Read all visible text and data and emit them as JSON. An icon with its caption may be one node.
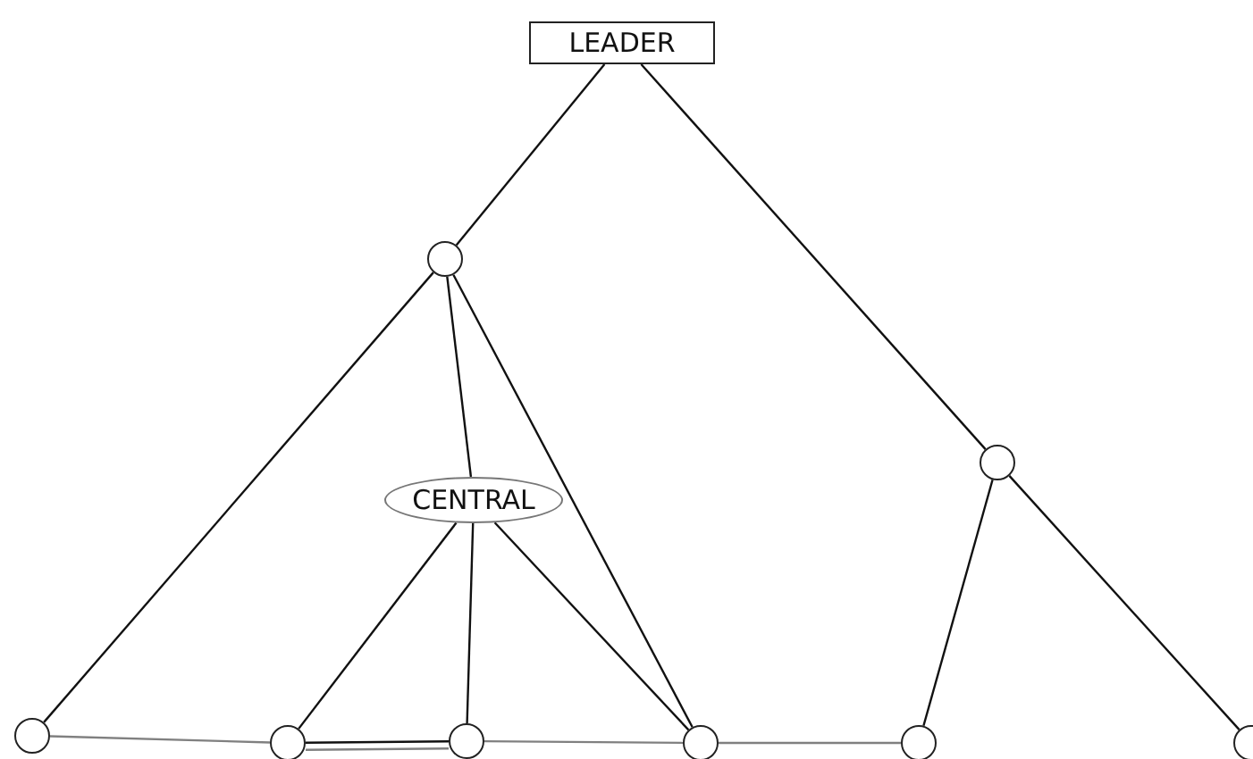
{
  "diagram": {
    "nodes": [
      {
        "text": [
          "LEADER"
        ]
      },
      {
        "text": [],
        "shape": "circle"
      },
      {
        "text": [
          "CENTRAL"
        ]
      },
      {
        "text": [],
        "shape": "circle"
      },
      {
        "text": [],
        "shape": "circle"
      },
      {
        "text": [],
        "shape": "circle"
      },
      {
        "text": [],
        "shape": "circle"
      },
      {
        "text": [],
        "shape": "circle"
      },
      {
        "text": [],
        "shape": "circle"
      },
      {
        "text": [],
        "shape": "circle"
      }
    ],
    "edges": [
      {
        "from": 0,
        "to": 1,
        "arrow": "none"
      },
      {
        "from": 0,
        "to": 3,
        "arrow": "none"
      },
      {
        "from": 1,
        "to": 4,
        "arrow": "none"
      },
      {
        "from": 1,
        "to": 2,
        "arrow": "none"
      },
      {
        "from": 1,
        "to": 7,
        "arrow": "none"
      },
      {
        "from": 2,
        "to": 5,
        "arrow": "none"
      },
      {
        "from": 2,
        "to": 6,
        "arrow": "none"
      },
      {
        "from": 2,
        "to": 7,
        "arrow": "none"
      },
      {
        "from": 3,
        "to": 8,
        "arrow": "none"
      },
      {
        "from": 3,
        "to": 9,
        "arrow": "none"
      },
      {
        "from": 4,
        "to": 5,
        "arrow": "none",
        "color": "#808080"
      },
      {
        "from": 5,
        "to": 6,
        "arrow": "none"
      },
      {
        "from": 5,
        "to": 6,
        "arrow": "none",
        "color": "#808080"
      },
      {
        "from": 6,
        "to": 7,
        "arrow": "none",
        "color": "#808080"
      },
      {
        "from": 7,
        "to": 8,
        "arrow": "none",
        "color": "#808080"
      }
    ]
  }
}
